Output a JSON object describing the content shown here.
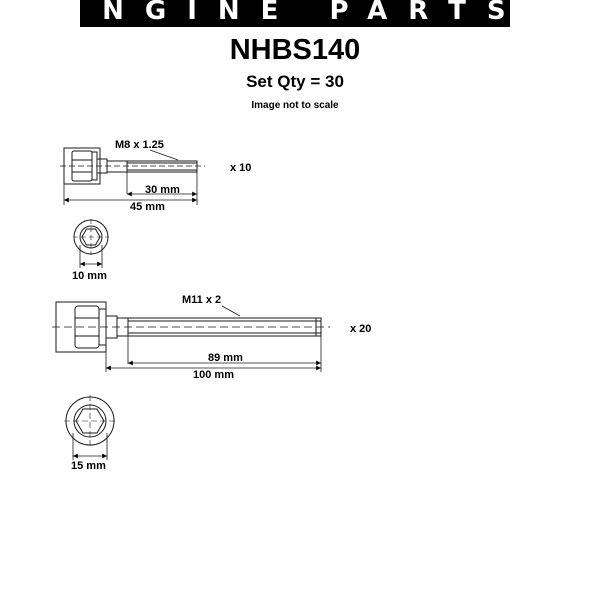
{
  "header": {
    "banner_text": "ENGINE PARTS",
    "product_code": "NHBS140",
    "set_qty": "Set Qty = 30",
    "scale_note": "Image not to scale"
  },
  "bolt_small": {
    "thread_label": "M8 x 1.25",
    "qty_label": "x 10",
    "thread_length_label": "30 mm",
    "total_length_label": "45 mm",
    "head_size_label": "10 mm"
  },
  "bolt_large": {
    "thread_label": "M11 x 2",
    "qty_label": "x 20",
    "thread_length_label": "89 mm",
    "total_length_label": "100 mm",
    "head_size_label": "15 mm"
  },
  "colors": {
    "banner_bg": "#000000",
    "banner_text": "#ffffff",
    "outline": "#1a1a1a"
  }
}
